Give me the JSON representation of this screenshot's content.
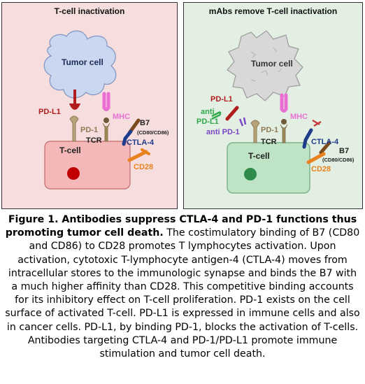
{
  "left_panel": {
    "title": "T-cell inactivation",
    "tumor_label": "Tumor cell",
    "tcell_label": "T-cell",
    "pdl1": "PD-L1",
    "pd1": "PD-1",
    "tcr": "TCR",
    "mhc": "MHC",
    "b7": "B7",
    "b7_sub": "(CD80/CD86)",
    "ctla4": "CTLA-4",
    "cd28": "CD28"
  },
  "right_panel": {
    "title": "mAbs remove T-cell inactivation",
    "tumor_label": "Tumor cell",
    "tcell_label": "T-cell",
    "pdl1": "PD-L1",
    "anti_pdl1_a": "anti",
    "anti_pdl1_b": "PD-L1",
    "anti_pd1": "anti PD-1",
    "pd1": "PD-1",
    "tcr": "TCR",
    "mhc": "MHC",
    "ctla4": "CTLA-4",
    "b7": "B7",
    "b7_sub": "(CD80/CD86)",
    "cd28": "CD28"
  },
  "caption": {
    "bold": "Figure 1. Antibodies suppress CTLA-4 and PD-1 functions thus promoting tumor cell death.",
    "body": " The costimulatory binding of B7 (CD80 and CD86) to CD28 promotes T lymphocytes activation. Upon activation, cytotoxic T-lymphocyte antigen-4 (CTLA-4) moves from intracellular stores to the immunologic synapse and binds the B7 with a much higher affinity than CD28. This competitive binding accounts for its inhibitory effect on T-cell proliferation. PD-1 exists on the cell surface of activated T-cell. PD-L1 is expressed in immune cells and also in cancer cells. PD-L1, by binding PD-1, blocks the activation of T-cells. Antibodies targeting CTLA-4 and PD-1/PD-L1 promote immune stimulation and tumor cell death."
  },
  "colors": {
    "left_bg": "#f6dede",
    "right_bg": "#e3efe3",
    "tumor_left": "#c9d7f0",
    "tumor_right": "#d8d8d8",
    "tcell_left": "#f4b8b8",
    "tcell_right": "#bfe3c5",
    "nucleus_left": "#c00000",
    "nucleus_right": "#2e8b4a",
    "pdl1": "#b01c1c",
    "pd1": "#b8a478",
    "mhc": "#e96fd3",
    "b7": "#7a4a1c",
    "ctla4": "#1f3b8c",
    "cd28": "#e8821e",
    "anti_pdl1": "#2ea84a",
    "anti_pd1": "#7a45c4"
  }
}
